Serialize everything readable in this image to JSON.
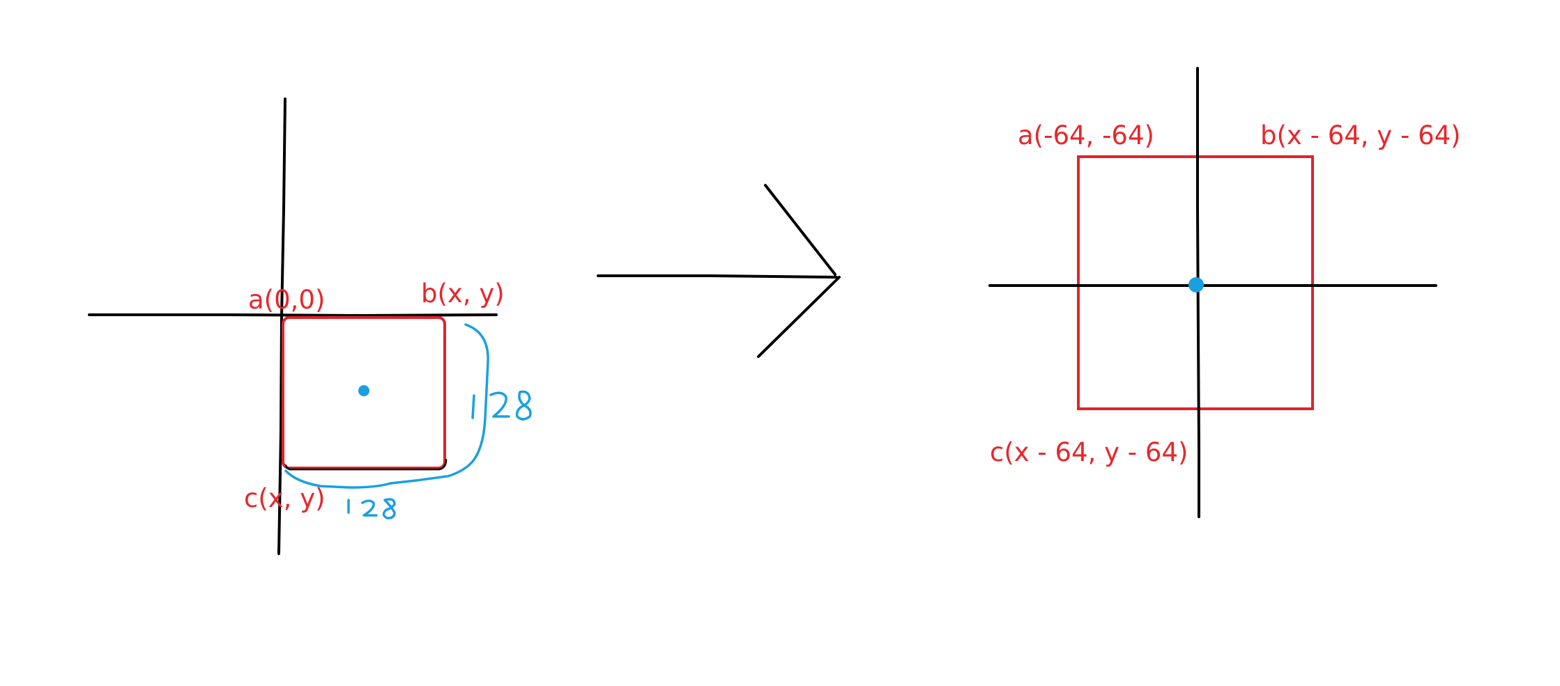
{
  "colors": {
    "label": "#e8262b",
    "box": "#e0242a",
    "axis": "#000000",
    "annotation": "#1aa0e0"
  },
  "before": {
    "corner_a": "a(0,0)",
    "corner_b": "b(x, y)",
    "corner_c": "c(x, y)",
    "height_note": "128",
    "width_note": "128"
  },
  "after": {
    "corner_a": "a(-64, -64)",
    "corner_b": "b(x - 64, y - 64)",
    "corner_c": "c(x - 64, y - 64)"
  }
}
